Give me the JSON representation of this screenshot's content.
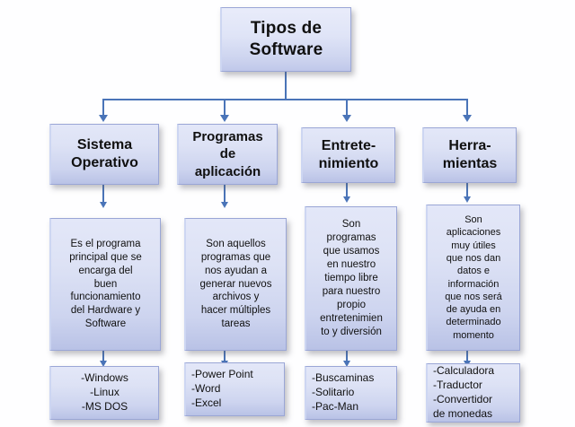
{
  "diagram": {
    "title_node": {
      "lines": [
        "Tipos de",
        "Software"
      ]
    },
    "categories": [
      {
        "lines": [
          "Sistema",
          "Operativo"
        ]
      },
      {
        "lines": [
          "Programas",
          "de",
          "aplicación"
        ]
      },
      {
        "lines": [
          "Entrete-",
          "nimiento"
        ]
      },
      {
        "lines": [
          "Herra-",
          "mientas"
        ]
      }
    ],
    "descriptions": [
      {
        "lines": [
          "Es el programa",
          "principal que se",
          "encarga del",
          "buen",
          "funcionamiento",
          "del Hardware y",
          "Software"
        ]
      },
      {
        "lines": [
          "Son aquellos",
          "programas que",
          "nos ayudan a",
          "generar nuevos",
          "archivos y",
          "hacer múltiples",
          "tareas"
        ]
      },
      {
        "lines": [
          "Son",
          "programas",
          "que usamos",
          "en nuestro",
          "tiempo libre",
          "para nuestro",
          "propio",
          "entretenimien",
          "to y diversión"
        ]
      },
      {
        "lines": [
          "Son",
          "aplicaciones",
          "muy útiles",
          "que nos dan",
          "datos e",
          "información",
          "que nos será",
          "de ayuda en",
          "determinado",
          "momento"
        ]
      }
    ],
    "examples": [
      {
        "align": "center",
        "lines": [
          "-Windows",
          "-Linux",
          "-MS DOS"
        ]
      },
      {
        "align": "left",
        "lines": [
          "-Power  Point",
          "-Word",
          "-Excel"
        ]
      },
      {
        "align": "left",
        "lines": [
          "-Buscaminas",
          "-Solitario",
          "-Pac-Man"
        ]
      },
      {
        "align": "left",
        "lines": [
          " -Calculadora",
          "-Traductor",
          "-Convertidor",
          "de monedas"
        ]
      }
    ],
    "colors": {
      "connector": "#4a74b8",
      "box_border": "#9aa6d6",
      "box_fill_top": "#e3e7f8",
      "box_fill_bottom": "#b9c2e6",
      "background": "#fefeff",
      "text": "#101010"
    }
  }
}
